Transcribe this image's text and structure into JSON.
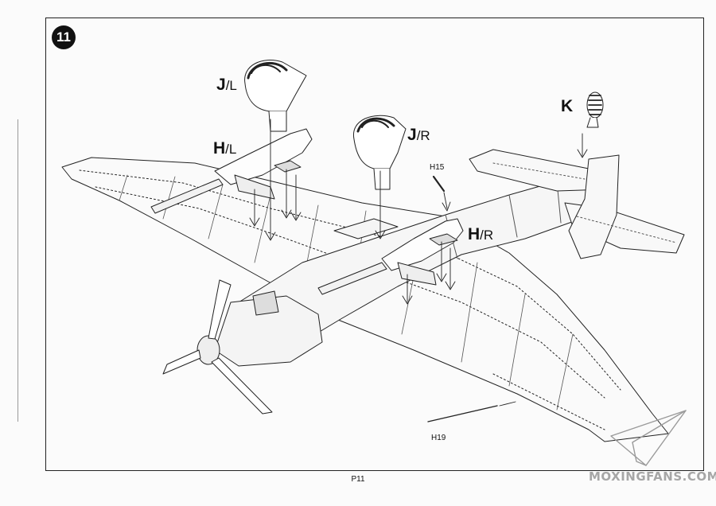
{
  "step": {
    "number": "11"
  },
  "callouts": {
    "j_left": {
      "part": "J",
      "side": "/L"
    },
    "h_left": {
      "part": "H",
      "side": "/L"
    },
    "j_right": {
      "part": "J",
      "side": "/R"
    },
    "h_right": {
      "part": "H",
      "side": "/R"
    },
    "k": {
      "part": "K"
    },
    "h15": "H15",
    "h19": "H19"
  },
  "footer": {
    "page": "P11"
  },
  "watermark": {
    "text": "MOXINGFANS.COM"
  },
  "colors": {
    "line": "#222222",
    "paper": "#fbfbfb",
    "badge": "#111111",
    "watermark": "#969696"
  }
}
